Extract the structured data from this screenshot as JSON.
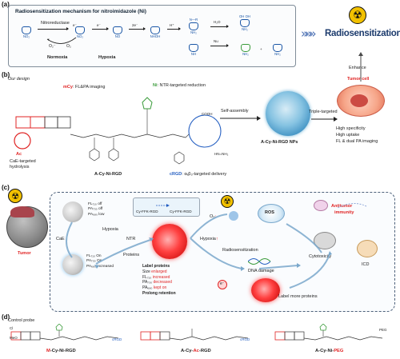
{
  "panel_a": {
    "letter": "(a)",
    "title": "Radiosensitization mechanism for nitroimidazole (Ni)",
    "nitroreductase": "Nitroreductase",
    "normoxia": "Normoxia",
    "hypoxia": "Hypoxia",
    "e_minus": "e⁻",
    "two_e": "2e⁻",
    "h_plus": "H⁺",
    "o2": "O₂",
    "o2_radical": "O₂⁻",
    "h2o": "H₂O",
    "nu": "Nu",
    "no2": "NO₂",
    "nhoh": "NHOH",
    "nh2": "NH₂",
    "n_r": "N—R",
    "enhance": "Enhance",
    "radiosensitization": "Radiosensitization"
  },
  "panel_b": {
    "letter": "(b)",
    "our_design": "Our design",
    "mcy": "mCy",
    "mcy_desc": ": FL&PA imaging",
    "ni": "Ni",
    "ni_desc": ": NTR-targeted reduction",
    "ac": "Ac",
    "cae": "CaE-targeted",
    "hydrolysis": "hydrolysis",
    "probe": "A-Cy-Ni-RGD",
    "crgd": "cRGD",
    "crgd_desc": ": αᵥβ₃-targeted delivery",
    "self_assembly": "Self-assembly",
    "nps": "A-Cy-Ni-RGD NPs",
    "triple_targeted": "Triple-targeted",
    "tumor_cell": "Tumor cell",
    "benefits": [
      "High specificity",
      "High uptake",
      "FL & dual PA imaging"
    ],
    "cooh": "COOH",
    "nh": "NH",
    "nh2": "NH₂",
    "nh_nh2": "HN=NH₂"
  },
  "panel_c": {
    "letter": "(c)",
    "tumor": "Tumor",
    "cae": "CaE",
    "state_off": [
      "FL₇₁₀ off",
      "PA₇₃₀ off",
      "PA₆₈₀ low"
    ],
    "state_on": [
      "FL₇₁₀ On",
      "PA₇₃₀ On",
      "PA₆₈₀ increased"
    ],
    "hypoxia": "Hypoxia",
    "ntr": "NTR",
    "proteins": "Proteins",
    "cy_ffk_rgd_a": "Cy-FFK-RGD",
    "cy_ffk_rgd_b": "Cy-FFK-RGD",
    "label_title": "Label proteins",
    "label_lines": [
      {
        "key": "Size",
        "val": "enlarged"
      },
      {
        "key": "FL₇₁₀",
        "val": "increased"
      },
      {
        "key": "PA₇₃₀",
        "val": "decreased"
      },
      {
        "key": "PA₆₈₀",
        "val": "kept on"
      }
    ],
    "prolong": "Prolong retention",
    "o2": "O₂",
    "hypoxia_up": "Hypoxia",
    "ros": "ROS",
    "radiosensitization": "Radiosensitization",
    "dna_damage": "DNA damage",
    "cytotoxicity": "Cytotoxicity",
    "antitumor": "Antitumor",
    "immunity": "immunity",
    "icd": "ICD",
    "e_minus": "e⁻",
    "label_more": "Label more proteins"
  },
  "panel_d": {
    "letter": "(d)",
    "title": "Control probe",
    "probes": [
      {
        "prefix": "M",
        "rest": "-Cy-Ni-RGD"
      },
      {
        "a": "A-Cy-",
        "mid": "Ac",
        "b": "-RGD"
      },
      {
        "a": "A-Cy-Ni-",
        "mid": "PEG"
      }
    ],
    "meo": "MeO",
    "cl": "Cl",
    "crgd": "cRGD",
    "peg": "PEG",
    "no2": "NO₂"
  },
  "colors": {
    "red_accent": "#e02424",
    "green_accent": "#3a9b3a",
    "blue_accent": "#2660c2",
    "navy_title": "#1c3b6d",
    "radiation_yellow": "#f2c100"
  }
}
